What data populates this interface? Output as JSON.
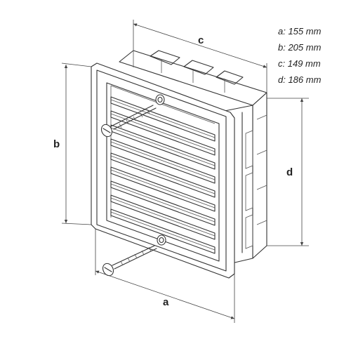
{
  "specs": [
    {
      "text": "a: 155 mm"
    },
    {
      "text": "b: 205 mm"
    },
    {
      "text": "c: 149 mm"
    },
    {
      "text": "d: 186 mm"
    }
  ],
  "dimensions": {
    "a": "a",
    "b": "b",
    "c": "c",
    "d": "d"
  }
}
